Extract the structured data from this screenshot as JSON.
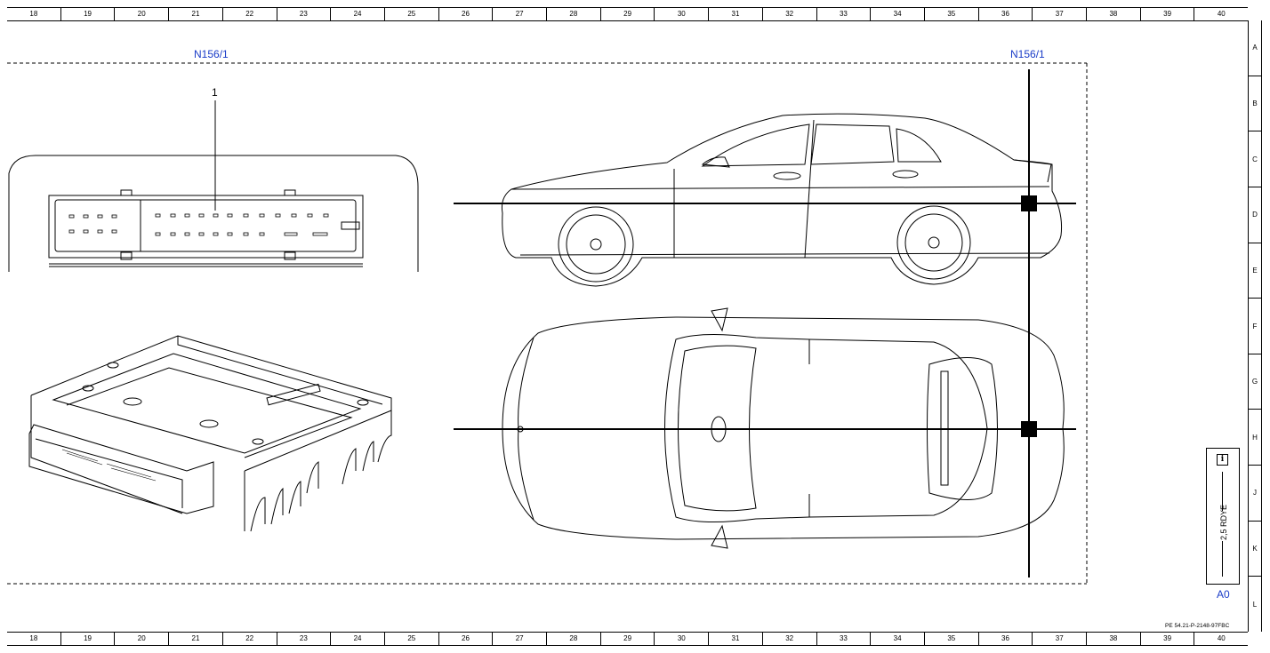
{
  "columns": [
    "18",
    "19",
    "20",
    "21",
    "22",
    "23",
    "24",
    "25",
    "26",
    "27",
    "28",
    "29",
    "30",
    "31",
    "32",
    "33",
    "34",
    "35",
    "36",
    "37",
    "38",
    "39",
    "40"
  ],
  "rows": [
    "A",
    "B",
    "C",
    "D",
    "E",
    "F",
    "G",
    "H",
    "J",
    "K",
    "L"
  ],
  "labels": {
    "left_component": "N156/1",
    "right_component": "N156/1",
    "connector_pin": "1"
  },
  "legend": {
    "wire": "2,5 RDYE",
    "location": "A0"
  },
  "document_ref": "PE 54.21-P-2148-97FBC"
}
